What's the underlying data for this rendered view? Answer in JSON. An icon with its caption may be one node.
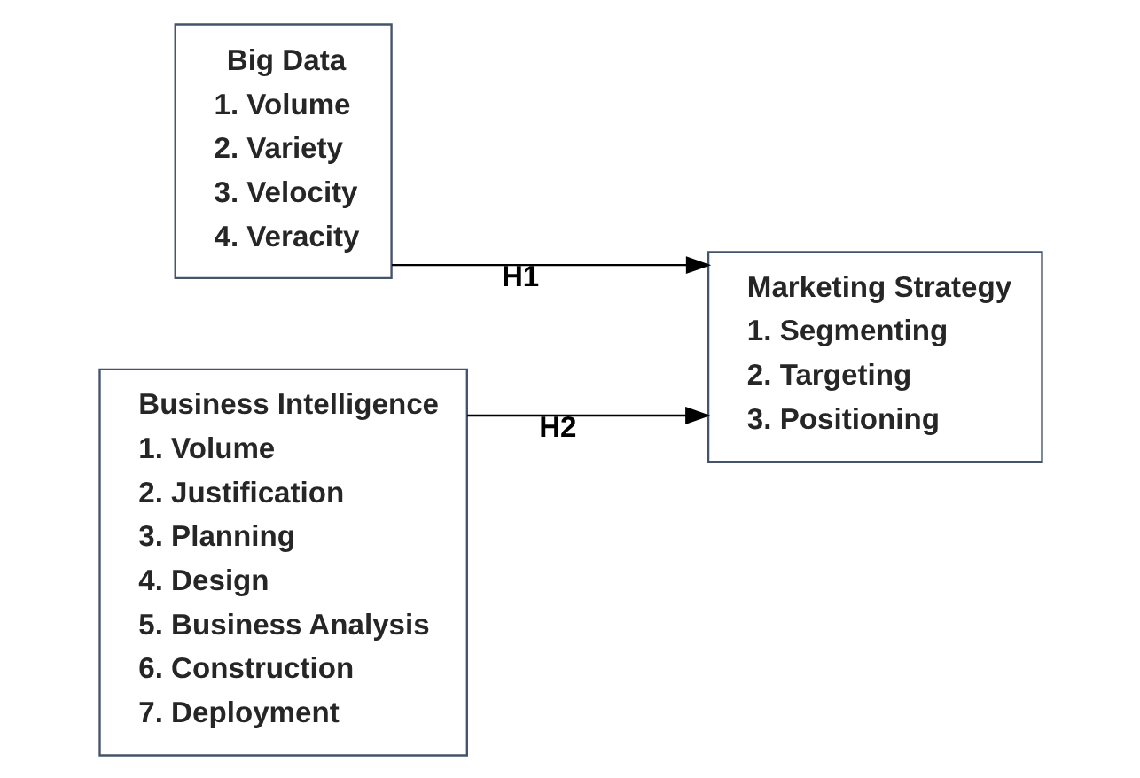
{
  "diagram": {
    "nodes": [
      {
        "text": [
          "Big Data",
          "1. Volume",
          "2. Variety",
          "3. Velocity",
          "4. Veracity"
        ]
      },
      {
        "text": [
          "Business Intelligence",
          "1. Volume",
          "2. Justification",
          "3. Planning",
          "4. Design",
          "5. Business Analysis",
          "6. Construction",
          "7. Deployment"
        ]
      },
      {
        "text": [
          "Marketing Strategy",
          "1. Segmenting",
          "2. Targeting",
          "3. Positioning"
        ]
      }
    ],
    "edges": [
      {
        "from": 0,
        "to": 2,
        "arrow": "to",
        "label": "H1"
      },
      {
        "from": 1,
        "to": 2,
        "arrow": "to",
        "label": "H2"
      }
    ]
  }
}
